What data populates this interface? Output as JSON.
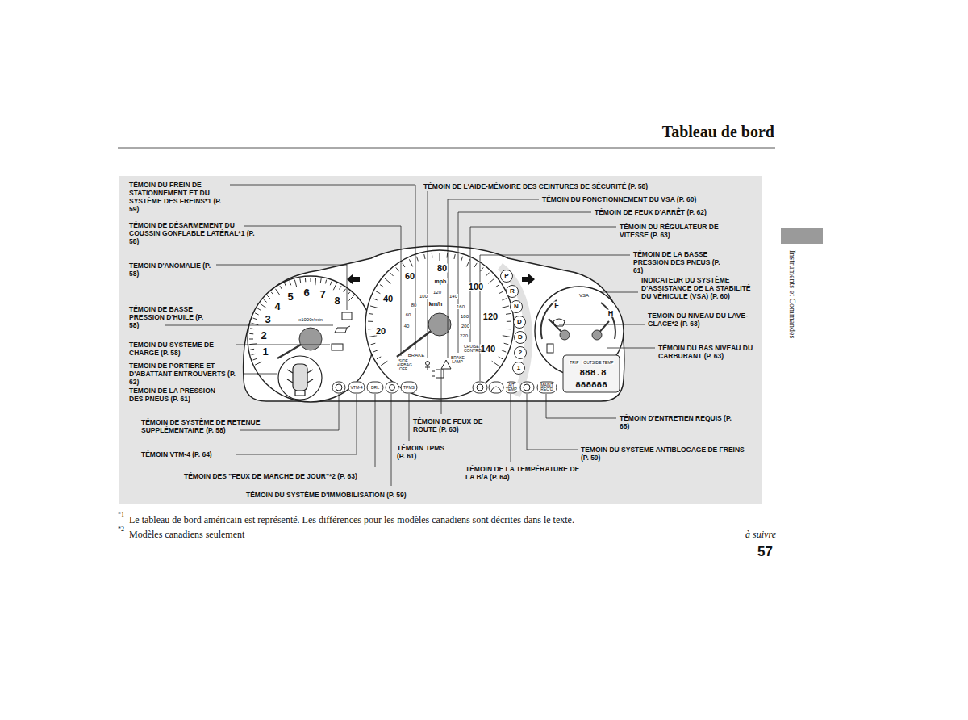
{
  "diagram": {
    "title": "Tableau de bord",
    "labels": [
      "TÉMOIN DU FREIN DE STATIONNEMENT ET DU SYSTÈME DES FREINS*1 (P. 59)",
      "TÉMOIN DE DÉSARMEMENT DU COUSSIN GONFLABLE LATÉRAL*1 (P. 58)",
      "TÉMOIN D'ANOMALIE (P. 58)",
      "TÉMOIN DE BASSE PRESSION D'HUILE (P. 58)",
      "TÉMOIN DU SYSTÈME DE CHARGE (P. 58)",
      "TÉMOIN DE PORTIÈRE ET D'ABATTANT ENTROUVERTS (P. 62)",
      "TÉMOIN DE LA PRESSION DES PNEUS (P. 61)",
      "TÉMOIN DE SYSTÈME DE RETENUE SUPPLÉMENTAIRE (P. 58)",
      "TÉMOIN VTM-4 (P. 64)",
      "TÉMOIN DES \"FEUX DE MARCHE DE JOUR\"*2 (P. 63)",
      "TÉMOIN DU SYSTÈME D'IMMOBILISATION (P. 59)",
      "TÉMOIN TPMS (P. 61)",
      "TÉMOIN DE FEUX DE ROUTE (P. 63)",
      "TÉMOIN DE LA TEMPÉRATURE DE LA B/A (P. 64)",
      "TÉMOIN DU SYSTÈME ANTIBLOCAGE DE FREINS (P. 59)",
      "TÉMOIN D'ENTRETIEN REQUIS (P. 65)",
      "TÉMOIN DE L'AIDE-MÉMOIRE DES CEINTURES DE SÉCURITÉ (P. 58)",
      "TÉMOIN DU FONCTIONNEMENT DU VSA (P. 60)",
      "TÉMOIN DE FEUX D'ARRÊT (P. 62)",
      "TÉMOIN DU RÉGULATEUR DE VITESSE (P. 63)",
      "TÉMOIN DE LA BASSE PRESSION DES PNEUS (P. 61)",
      "INDICATEUR DU SYSTÈME D'ASSISTANCE DE LA STABILITÉ DU VÉHICULE (VSA) (P. 60)",
      "TÉMOIN DU NIVEAU DU LAVE-GLACE*2 (P. 63)",
      "TÉMOIN DU BAS NIVEAU DU CARBURANT (P. 63)",
      "*1",
      "Le tableau de bord américain est représenté. Les différences pour les modèles canadiens sont décrites dans le texte.",
      "*2",
      "Modèles canadiens seulement",
      "à suivre",
      "57",
      "Instruments et Commandes",
      "1",
      "2",
      "3",
      "4",
      "5",
      "6",
      "7",
      "8",
      "x1000r/min",
      "20",
      "40",
      "60",
      "80",
      "100",
      "120",
      "140",
      "mph",
      "km/h",
      "40",
      "60",
      "80",
      "100",
      "120",
      "140",
      "160",
      "180",
      "200",
      "220",
      "BRAKE",
      "SIDE AIRBAG OFF",
      "BRAKE LAMP",
      "CRUISE CONTROL",
      "P",
      "R",
      "N",
      "D",
      "D",
      "2",
      "1",
      "VSA",
      "F",
      "H",
      "TRIP",
      "OUTSIDE TEMP",
      "888.8",
      "888888",
      "VTM-4",
      "DRL",
      "TPMS",
      "A/T TEMP",
      "MAINT REQ'D"
    ]
  }
}
